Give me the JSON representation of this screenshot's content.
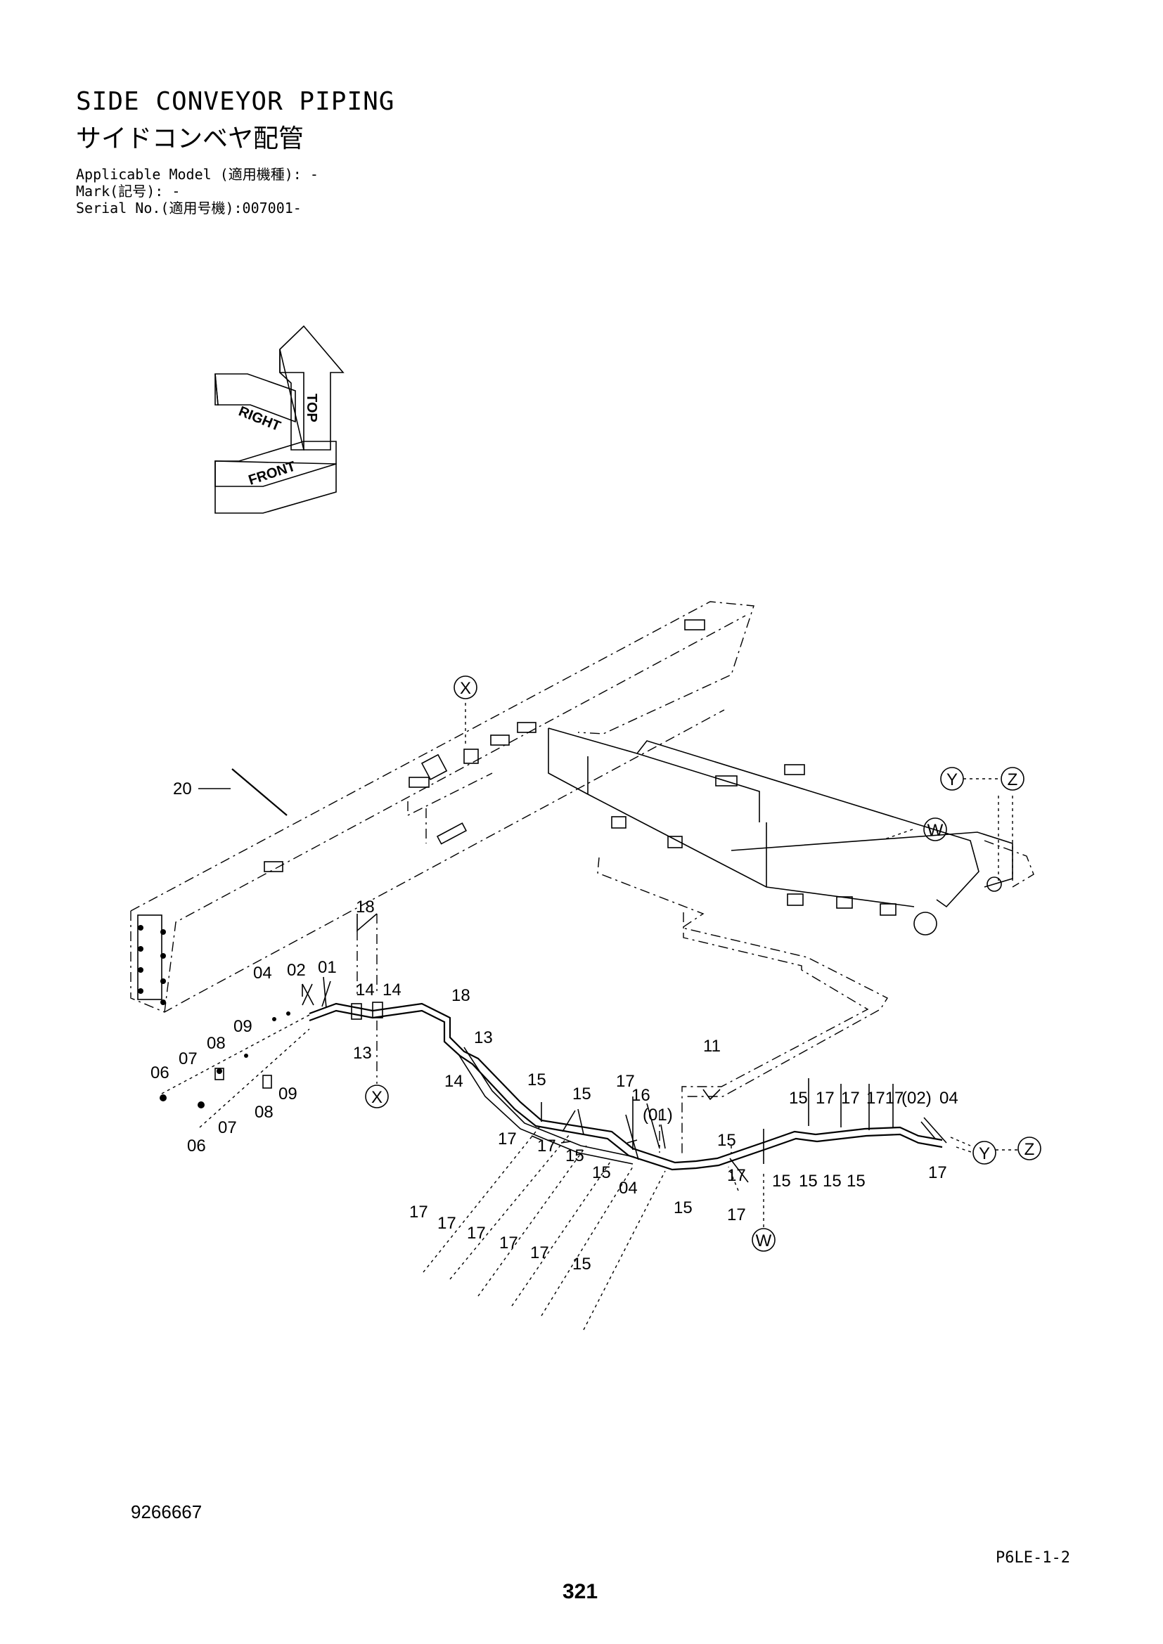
{
  "header": {
    "title_en": "SIDE CONVEYOR PIPING",
    "title_jp": "サイドコンベヤ配管",
    "applicable_model": "Applicable Model (適用機種): -",
    "mark": "Mark(記号): -",
    "serial": "Serial No.(適用号機):007001-"
  },
  "orientation_icon": {
    "labels": [
      "TOP",
      "RIGHT",
      "FRONT"
    ]
  },
  "reference_circles": [
    "X",
    "Y",
    "Z",
    "W",
    "X",
    "Y",
    "Z",
    "W"
  ],
  "callouts": [
    "20",
    "18",
    "04",
    "02",
    "01",
    "14",
    "14",
    "18",
    "13",
    "09",
    "08",
    "07",
    "06",
    "13",
    "14",
    "09",
    "08",
    "07",
    "06",
    "11",
    "15",
    "15",
    "17",
    "16",
    "17",
    "17",
    "(01)",
    "15",
    "17",
    "17",
    "1717",
    "(02)",
    "04",
    "15",
    "17",
    "15",
    "15",
    "15",
    "15",
    "15",
    "15",
    "15",
    "04",
    "17",
    "17",
    "17",
    "17",
    "17",
    "17",
    "15",
    "17"
  ],
  "footer": {
    "doc_number": "9266667",
    "page_code": "P6LE-1-2",
    "page_number": "321"
  }
}
